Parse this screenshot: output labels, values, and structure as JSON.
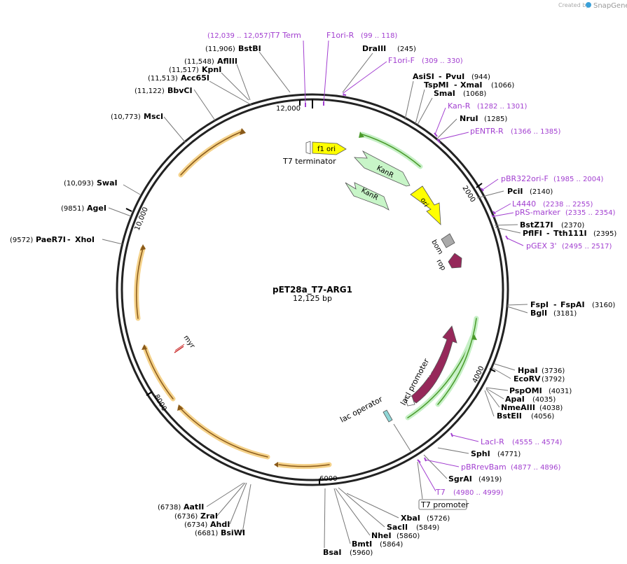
{
  "watermark": {
    "created_by": "Created by",
    "brand": "SnapGene"
  },
  "plasmid": {
    "name": "pET28a_T7-ARG1",
    "size": "12,125 bp"
  },
  "ticks": [
    "2000",
    "4000",
    "6000",
    "8000",
    "10,000",
    "12,000"
  ],
  "features": {
    "t7_terminator": "T7 terminator",
    "f1_ori": "f1 ori",
    "kanr_1": "KanR",
    "kanr_2": "KanR",
    "ori": "ori",
    "bom": "bom",
    "rop": "rop",
    "myr": "myr",
    "laci_promoter": "lacI promoter",
    "laci": "lacI",
    "lac_operator": "lac operator",
    "t7_promoter": "T7 promoter"
  },
  "sites": [
    {
      "id": "bstbi",
      "name": "BstBI",
      "pos": "(11,906)"
    },
    {
      "id": "afliii",
      "name": "AflIII",
      "pos": "(11,548)"
    },
    {
      "id": "kpni",
      "name": "KpnI",
      "pos": "(11,517)"
    },
    {
      "id": "acc65i",
      "name": "Acc65I",
      "pos": "(11,513)"
    },
    {
      "id": "bbvci",
      "name": "BbvCI",
      "pos": "(11,122)"
    },
    {
      "id": "msci",
      "name": "MscI",
      "pos": "(10,773)"
    },
    {
      "id": "swai",
      "name": "SwaI",
      "pos": "(10,093)"
    },
    {
      "id": "agei",
      "name": "AgeI",
      "pos": "(9851)"
    },
    {
      "id": "paer7i",
      "name": "PaeR7I",
      "pos": "(9572)"
    },
    {
      "id": "xhoi",
      "name": "XhoI",
      "pos": ""
    },
    {
      "id": "draiii",
      "name": "DraIII",
      "pos": "(245)"
    },
    {
      "id": "asisi",
      "name": "AsiSI",
      "pos": ""
    },
    {
      "id": "pvui",
      "name": "PvuI",
      "pos": "(944)"
    },
    {
      "id": "tspmi",
      "name": "TspMI",
      "pos": ""
    },
    {
      "id": "xmai",
      "name": "XmaI",
      "pos": "(1066)"
    },
    {
      "id": "smai",
      "name": "SmaI",
      "pos": "(1068)"
    },
    {
      "id": "prui",
      "name": "NruI",
      "pos": "(1285)"
    },
    {
      "id": "pcii",
      "name": "PciI",
      "pos": "(2140)"
    },
    {
      "id": "bstz17i",
      "name": "BstZ17I",
      "pos": "(2370)"
    },
    {
      "id": "pflfi",
      "name": "PflFI",
      "pos": ""
    },
    {
      "id": "tth111i",
      "name": "Tth111I",
      "pos": "(2395)"
    },
    {
      "id": "fspi",
      "name": "FspI",
      "pos": ""
    },
    {
      "id": "fspai",
      "name": "FspAI",
      "pos": "(3160)"
    },
    {
      "id": "bgli",
      "name": "BglI",
      "pos": "(3181)"
    },
    {
      "id": "hpai",
      "name": "HpaI",
      "pos": "(3736)"
    },
    {
      "id": "ecorv",
      "name": "EcoRV",
      "pos": "(3792)"
    },
    {
      "id": "pspomi",
      "name": "PspOMI",
      "pos": "(4031)"
    },
    {
      "id": "apai",
      "name": "ApaI",
      "pos": "(4035)"
    },
    {
      "id": "nmeaiii",
      "name": "NmeAIII",
      "pos": "(4038)"
    },
    {
      "id": "bsteii",
      "name": "BstEII",
      "pos": "(4056)"
    },
    {
      "id": "sphi",
      "name": "SphI",
      "pos": "(4771)"
    },
    {
      "id": "sgrai",
      "name": "SgrAI",
      "pos": "(4919)"
    },
    {
      "id": "xbai",
      "name": "XbaI",
      "pos": "(5726)"
    },
    {
      "id": "sacii",
      "name": "SacII",
      "pos": "(5849)"
    },
    {
      "id": "nhei",
      "name": "NheI",
      "pos": "(5860)"
    },
    {
      "id": "bmti",
      "name": "BmtI",
      "pos": "(5864)"
    },
    {
      "id": "bsai",
      "name": "BsaI",
      "pos": "(5960)"
    },
    {
      "id": "aatii",
      "name": "AatII",
      "pos": "(6738)"
    },
    {
      "id": "zrai",
      "name": "ZraI",
      "pos": "(6736)"
    },
    {
      "id": "ahdi",
      "name": "AhdI",
      "pos": "(6734)"
    },
    {
      "id": "bsiwi",
      "name": "BsiWI",
      "pos": "(6681)"
    }
  ],
  "primers": [
    {
      "id": "t7term",
      "name": "T7 Term",
      "pos": "(12,039 .. 12,057)"
    },
    {
      "id": "f1orir",
      "name": "F1ori-R",
      "pos": "(99 .. 118)"
    },
    {
      "id": "f1orif",
      "name": "F1ori-F",
      "pos": "(309 .. 330)"
    },
    {
      "id": "kanr",
      "name": "Kan-R",
      "pos": "(1282 .. 1301)"
    },
    {
      "id": "pentrr",
      "name": "pENTR-R",
      "pos": "(1366 .. 1385)"
    },
    {
      "id": "pbr322",
      "name": "pBR322ori-F",
      "pos": "(1985 .. 2004)"
    },
    {
      "id": "l4440",
      "name": "L4440",
      "pos": "(2238 .. 2255)"
    },
    {
      "id": "prsmarker",
      "name": "pRS-marker",
      "pos": "(2335 .. 2354)"
    },
    {
      "id": "pgex3",
      "name": "pGEX 3'",
      "pos": "(2495 .. 2517)"
    },
    {
      "id": "lacir",
      "name": "LacI-R",
      "pos": "(4555 .. 4574)"
    },
    {
      "id": "pbrrevbam",
      "name": "pBRrevBam",
      "pos": "(4877 .. 4896)"
    },
    {
      "id": "t7",
      "name": "T7",
      "pos": "(4980 .. 4999)"
    }
  ],
  "colors": {
    "backbone": "#222222",
    "orf_fill": "#f5d28a",
    "orf_arrow": "#8a5a1a",
    "green_fill": "#c6f0c6",
    "green_arrow": "#4a9a2a",
    "kanr_fill": "#c8f5c8",
    "ori_fill": "#ffff00",
    "lacI_fill": "#96285a",
    "primer": "#a23fd0"
  }
}
